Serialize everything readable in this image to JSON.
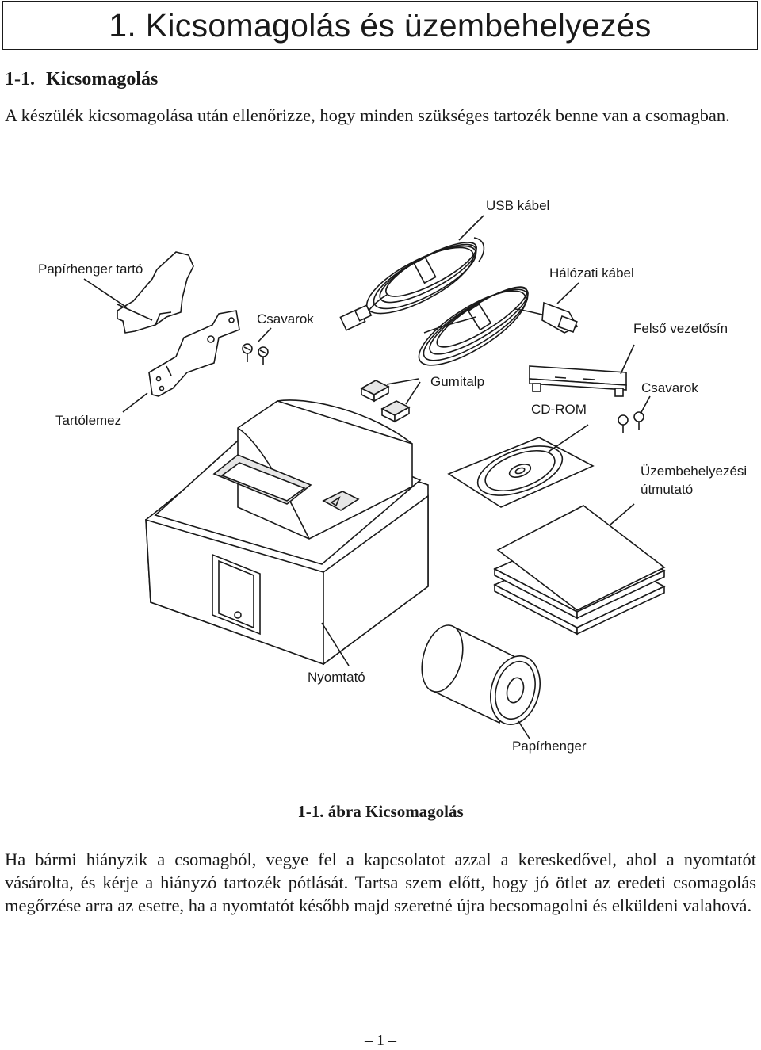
{
  "chapter_title": "1. Kicsomagolás és üzembehelyezés",
  "section": {
    "number": "1-1.",
    "title": "Kicsomagolás"
  },
  "intro_text": "A készülék kicsomagolása után ellenőrizze, hogy minden szükséges tartozék benne van a csomagban.",
  "figure": {
    "labels": {
      "usb_cable": "USB kábel",
      "paper_holder": "Papírhenger tartó",
      "power_cable": "Hálózati kábel",
      "screws_top": "Csavarok",
      "upper_guide": "Felső vezetősín",
      "rubber_feet": "Gumitalp",
      "screws_right": "Csavarok",
      "mounting_plate": "Tartólemez",
      "cd_rom": "CD-ROM",
      "manual_line1": "Üzembehelyezési",
      "manual_line2": "útmutató",
      "printer": "Nyomtató",
      "paper_roll": "Papírhenger"
    },
    "caption_number": "1-1. ábra",
    "caption_title": "Kicsomagolás"
  },
  "body_text": "Ha bármi hiányzik a csomagból, vegye fel a kapcsolatot azzal a kereskedővel, ahol a nyomtatót vásárolta, és kérje a hiányzó tartozék pótlását. Tartsa szem előtt, hogy jó ötlet az eredeti csomagolás megőrzése arra az esetre, ha a nyomtatót később majd szeretné újra becsomagolni és elküldeni valahová.",
  "page_number": "1"
}
